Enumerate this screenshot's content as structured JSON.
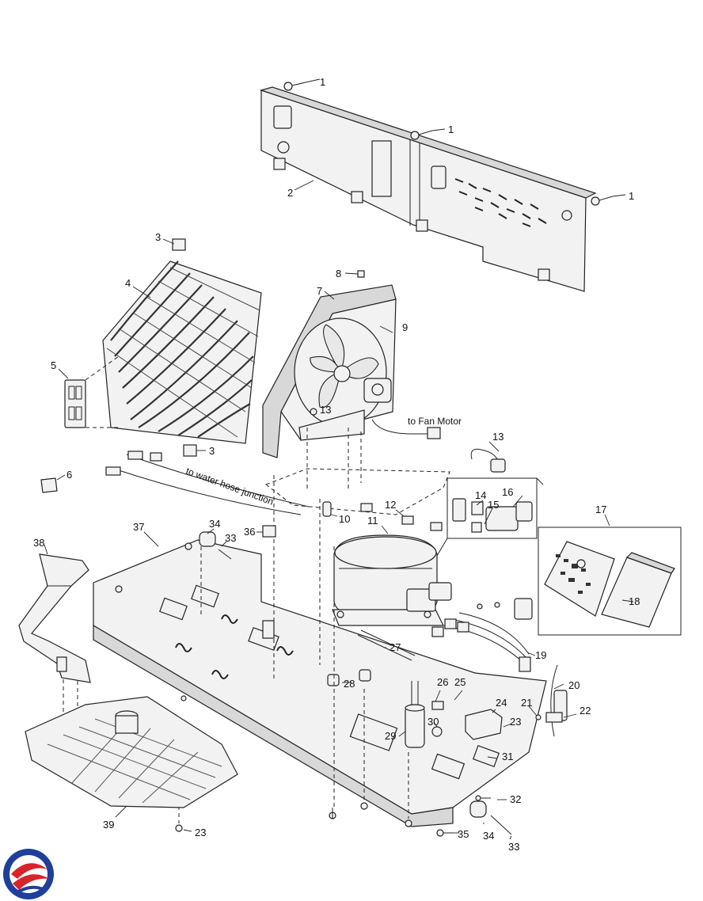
{
  "callouts": {
    "c1a": "1",
    "c1b": "1",
    "c1c": "1",
    "c2": "2",
    "c3a": "3",
    "c3b": "3",
    "c4": "4",
    "c5": "5",
    "c6": "6",
    "c7": "7",
    "c8": "8",
    "c9": "9",
    "c10": "10",
    "c11": "11",
    "c12": "12",
    "c13a": "13",
    "c13b": "13",
    "c14": "14",
    "c15": "15",
    "c16": "16",
    "c17": "17",
    "c18": "18",
    "c19": "19",
    "c20": "20",
    "c21": "21",
    "c22": "22",
    "c23a": "23",
    "c23b": "23",
    "c24": "24",
    "c25": "25",
    "c26": "26",
    "c27": "27",
    "c28": "28",
    "c29": "29",
    "c30": "30",
    "c31": "31",
    "c32": "32",
    "c33a": "33",
    "c33b": "33",
    "c34a": "34",
    "c34b": "34",
    "c35": "35",
    "c36": "36",
    "c37": "37",
    "c38": "38",
    "c39": "39"
  },
  "labels": {
    "to_fan_motor": "to Fan Motor",
    "to_water_hose": "to water hose junction"
  },
  "logo": {
    "colors": {
      "blue": "#1f3f9a",
      "red": "#d8232a"
    }
  }
}
